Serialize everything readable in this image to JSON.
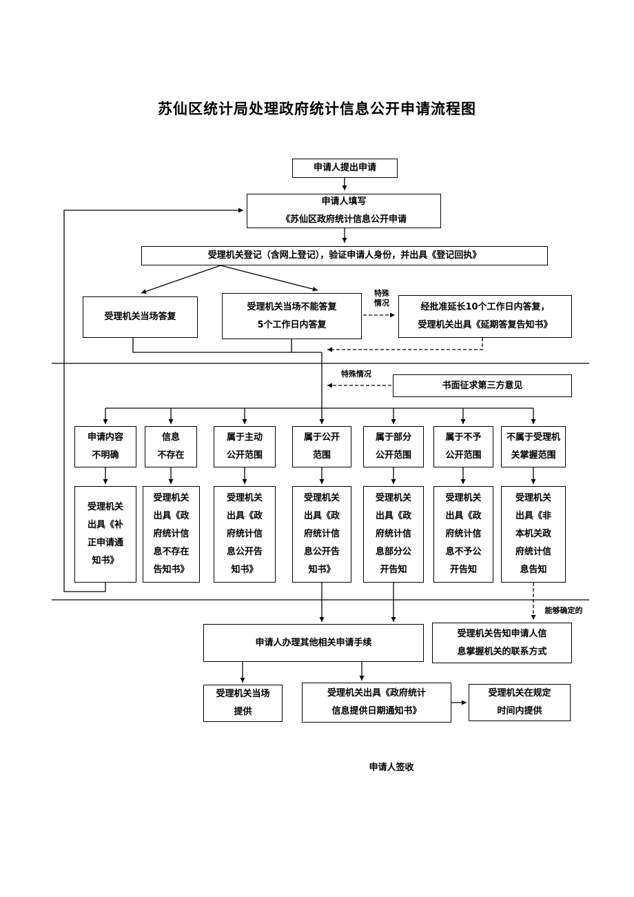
{
  "title": "苏仙区统计局处理政府统计信息公开申请流程图",
  "nodes": {
    "submit": "申请人提出申请",
    "fill": "申请人填写\n《苏仙区政府统计信息公开申请",
    "register": "受理机关登记（含网上登记），验证申请人身份，并出具《登记回执》",
    "reply_onspot": "受理机关当场答复",
    "reply_5days": "受理机关当场不能答复\n5个工作日内答复",
    "reply_extend": "经批准延长10个工作日内答复，\n受理机关出具《延期答复告知书》",
    "third_party": "书面征求第三方意见",
    "cond_unclear": "申请内容\n不明确",
    "cond_notexist": "信息\n不存在",
    "cond_proactive": "属于主动\n公开范围",
    "cond_public": "属于公开\n范围",
    "cond_partial": "属于部分\n公开范围",
    "cond_nondisclose": "属于不予\n公开范围",
    "cond_notheld": "不属于受理机\n关掌握范围",
    "act_supplement": "受理机关\n出具《补\n正申请通\n知书》",
    "act_notexist": "受理机关\n出具《政\n府统计信\n息不存在\n告知书》",
    "act_proactive": "受理机关\n出具《政\n府统计信\n息公开告\n知书》",
    "act_public": "受理机关\n出具《政\n府统计信\n息公开告\n知书》",
    "act_partial": "受理机关\n出具《政\n府统计信\n息部分公\n开告知",
    "act_nondisclose": "受理机关\n出具《政\n府统计信\n息不予公\n开告知",
    "act_notheld": "受理机关\n出具《非\n本机关政\n府统计信\n息告知",
    "other_procedures": "申请人办理其他相关申请手续",
    "inform_contact": "受理机关告知申请人信\n息掌握机关的联系方式",
    "provide_onspot": "受理机关当场\n提供",
    "provide_date": "受理机关出具《政府统计\n信息提供日期通知书》",
    "provide_intime": "受理机关在规定\n时间内提供",
    "sign": "申请人签收"
  },
  "labels": {
    "special_case_top": "特殊\n情况",
    "special_case_mid": "特殊情况",
    "determinable": "能够确定的"
  },
  "colors": {
    "line": "#000000",
    "box_border": "#000000",
    "background": "#ffffff"
  }
}
